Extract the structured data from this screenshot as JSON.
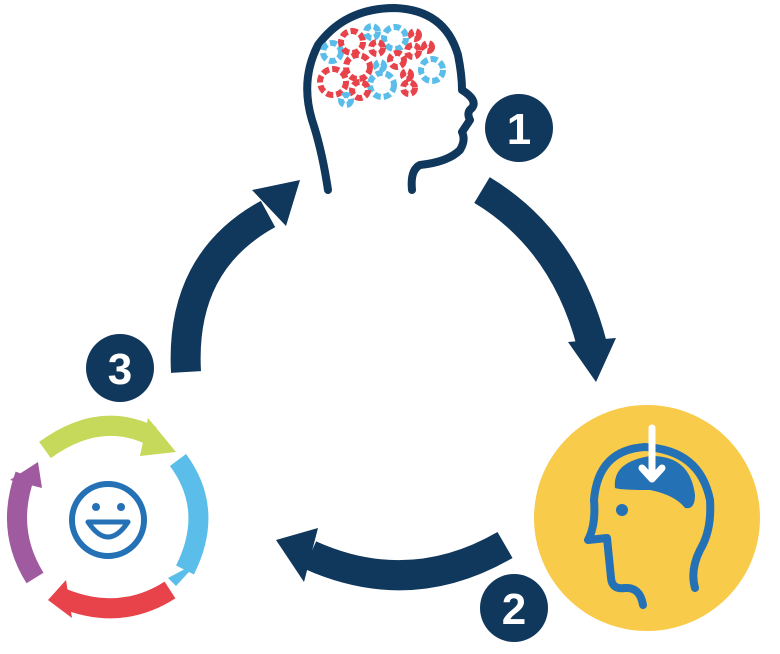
{
  "steps": [
    {
      "number": "1",
      "icon": "thinking-head-icon"
    },
    {
      "number": "2",
      "icon": "learning-head-icon"
    },
    {
      "number": "3",
      "icon": "happy-cycle-icon"
    }
  ],
  "colors": {
    "navy": "#10375c",
    "red": "#e8434a",
    "light_blue": "#5bbde9",
    "yellow": "#f9cb4a",
    "blue": "#2471b5",
    "green": "#c6d95a",
    "purple": "#a05ba0"
  }
}
